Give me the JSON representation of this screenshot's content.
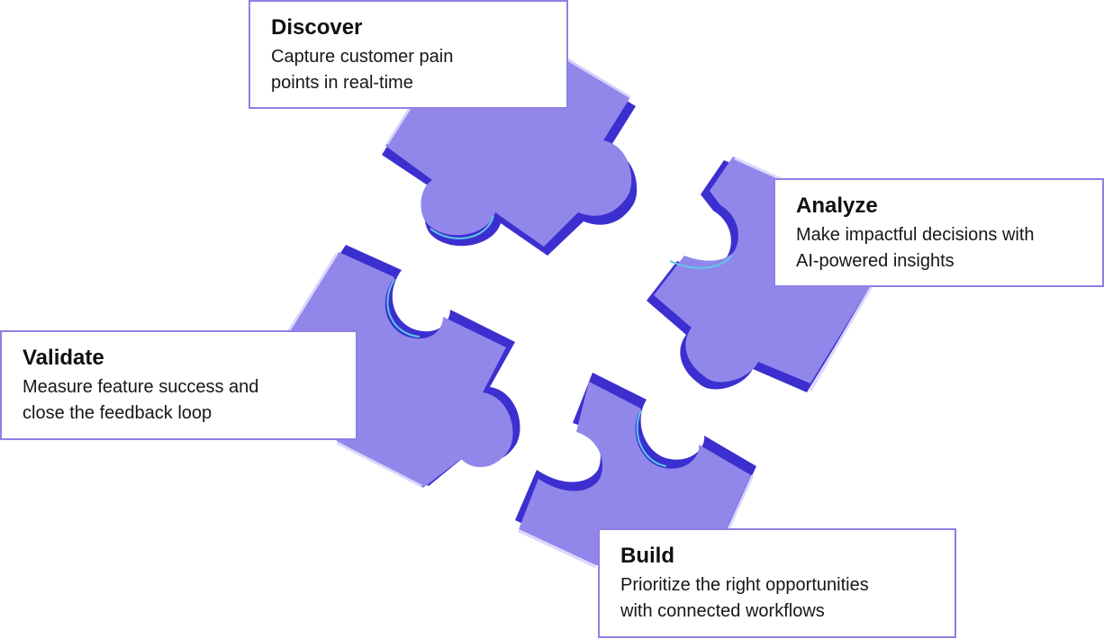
{
  "colors": {
    "piece_fill": "#9187ea",
    "piece_edge_dark": "#3c2fd0",
    "piece_edge_light": "#7a66f0",
    "piece_sheen": "#dcd6ff",
    "piece_accent_cyan": "#5ec8e6",
    "card_border": "#8f7fe3",
    "title_text": "#0f0f14",
    "body_text": "#16161c"
  },
  "stages": {
    "discover": {
      "title": "Discover",
      "description": "Capture customer pain\npoints in real-time"
    },
    "analyze": {
      "title": "Analyze",
      "description": "Make impactful decisions with\nAI-powered insights"
    },
    "validate": {
      "title": "Validate",
      "description": "Measure feature success and\nclose the feedback loop"
    },
    "build": {
      "title": "Build",
      "description": "Prioritize the right opportunities\nwith connected workflows"
    }
  }
}
